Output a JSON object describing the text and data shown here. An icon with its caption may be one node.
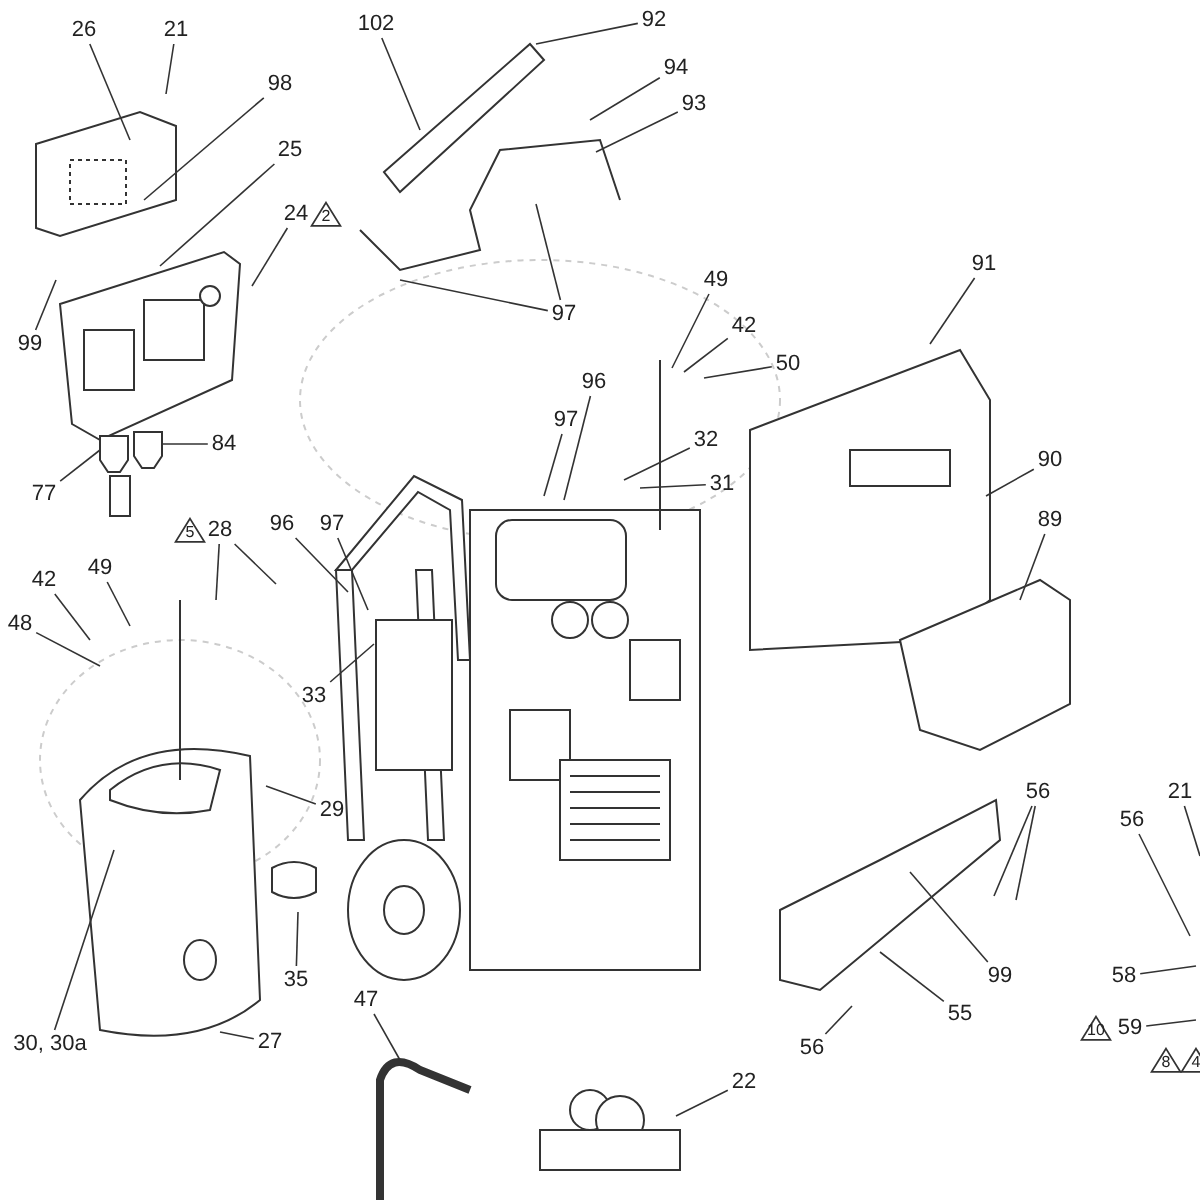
{
  "diagram": {
    "nodes": [
      {
        "text": [
          "26"
        ]
      },
      {
        "text": [
          "21"
        ]
      },
      {
        "text": [
          "98"
        ]
      },
      {
        "text": [
          "25"
        ]
      },
      {
        "text": [
          "24"
        ]
      },
      {
        "text": [
          "99"
        ]
      },
      {
        "text": [
          "84"
        ]
      },
      {
        "text": [
          "77"
        ]
      },
      {
        "text": [
          "102"
        ]
      },
      {
        "text": [
          "92"
        ]
      },
      {
        "text": [
          "94"
        ]
      },
      {
        "text": [
          "93"
        ]
      },
      {
        "text": [
          "97"
        ]
      },
      {
        "text": [
          "49"
        ]
      },
      {
        "text": [
          "42"
        ]
      },
      {
        "text": [
          "50"
        ]
      },
      {
        "text": [
          "96"
        ]
      },
      {
        "text": [
          "97"
        ]
      },
      {
        "text": [
          "32"
        ]
      },
      {
        "text": [
          "31"
        ]
      },
      {
        "text": [
          "91"
        ]
      },
      {
        "text": [
          "90"
        ]
      },
      {
        "text": [
          "89"
        ]
      },
      {
        "text": [
          "28"
        ]
      },
      {
        "text": [
          "96"
        ]
      },
      {
        "text": [
          "97"
        ]
      },
      {
        "text": [
          "42"
        ]
      },
      {
        "text": [
          "49"
        ]
      },
      {
        "text": [
          "48"
        ]
      },
      {
        "text": [
          "33"
        ]
      },
      {
        "text": [
          "29"
        ]
      },
      {
        "text": [
          "35"
        ]
      },
      {
        "text": [
          "30, 30a"
        ]
      },
      {
        "text": [
          "27"
        ]
      },
      {
        "text": [
          "47"
        ]
      },
      {
        "text": [
          "22"
        ]
      },
      {
        "text": [
          "56"
        ]
      },
      {
        "text": [
          "99"
        ]
      },
      {
        "text": [
          "55"
        ]
      },
      {
        "text": [
          "56"
        ]
      },
      {
        "text": [
          "21"
        ]
      },
      {
        "text": [
          "56"
        ]
      },
      {
        "text": [
          "58"
        ]
      },
      {
        "text": [
          "59"
        ]
      }
    ],
    "edges": [
      {
        "from": 0,
        "to": null,
        "arrow": "none"
      },
      {
        "from": 1,
        "to": null,
        "arrow": "none"
      },
      {
        "from": 2,
        "to": null,
        "arrow": "none"
      },
      {
        "from": 3,
        "to": null,
        "arrow": "none"
      },
      {
        "from": 4,
        "to": null,
        "arrow": "none"
      },
      {
        "from": 5,
        "to": null,
        "arrow": "none"
      },
      {
        "from": 6,
        "to": null,
        "arrow": "none"
      },
      {
        "from": 7,
        "to": null,
        "arrow": "none"
      },
      {
        "from": 8,
        "to": null,
        "arrow": "none"
      },
      {
        "from": 9,
        "to": null,
        "arrow": "none"
      },
      {
        "from": 10,
        "to": null,
        "arrow": "none"
      },
      {
        "from": 11,
        "to": null,
        "arrow": "none"
      },
      {
        "from": 12,
        "to": null,
        "arrow": "none"
      },
      {
        "from": 12,
        "to": null,
        "arrow": "none"
      },
      {
        "from": 13,
        "to": null,
        "arrow": "none"
      },
      {
        "from": 14,
        "to": null,
        "arrow": "none"
      },
      {
        "from": 15,
        "to": null,
        "arrow": "none"
      },
      {
        "from": 16,
        "to": null,
        "arrow": "none"
      },
      {
        "from": 17,
        "to": null,
        "arrow": "none"
      },
      {
        "from": 18,
        "to": null,
        "arrow": "none"
      },
      {
        "from": 19,
        "to": null,
        "arrow": "none"
      },
      {
        "from": 20,
        "to": null,
        "arrow": "none"
      },
      {
        "from": 21,
        "to": null,
        "arrow": "none"
      },
      {
        "from": 22,
        "to": null,
        "arrow": "none"
      },
      {
        "from": 23,
        "to": null,
        "arrow": "none"
      },
      {
        "from": 23,
        "to": null,
        "arrow": "none"
      },
      {
        "from": 24,
        "to": null,
        "arrow": "none"
      },
      {
        "from": 25,
        "to": null,
        "arrow": "none"
      },
      {
        "from": 26,
        "to": null,
        "arrow": "none"
      },
      {
        "from": 27,
        "to": null,
        "arrow": "none"
      },
      {
        "from": 28,
        "to": null,
        "arrow": "none"
      },
      {
        "from": 29,
        "to": null,
        "arrow": "none"
      },
      {
        "from": 30,
        "to": null,
        "arrow": "none"
      },
      {
        "from": 31,
        "to": null,
        "arrow": "none"
      },
      {
        "from": 32,
        "to": null,
        "arrow": "none"
      },
      {
        "from": 33,
        "to": null,
        "arrow": "none"
      },
      {
        "from": 34,
        "to": null,
        "arrow": "none"
      },
      {
        "from": 35,
        "to": null,
        "arrow": "none"
      },
      {
        "from": 36,
        "to": null,
        "arrow": "none"
      },
      {
        "from": 36,
        "to": null,
        "arrow": "none"
      },
      {
        "from": 37,
        "to": null,
        "arrow": "none"
      },
      {
        "from": 38,
        "to": null,
        "arrow": "none"
      },
      {
        "from": 39,
        "to": null,
        "arrow": "none"
      },
      {
        "from": 40,
        "to": null,
        "arrow": "none"
      },
      {
        "from": 41,
        "to": null,
        "arrow": "none"
      },
      {
        "from": 42,
        "to": null,
        "arrow": "none"
      },
      {
        "from": 43,
        "to": null,
        "arrow": "none"
      }
    ],
    "labels": [
      "2",
      "5",
      "10",
      "8",
      "4"
    ]
  }
}
